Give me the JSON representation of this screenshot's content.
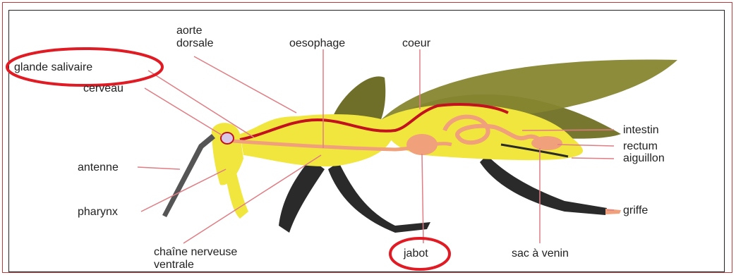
{
  "diagram": {
    "labels": {
      "aorte": "aorte",
      "dorsale": "dorsale",
      "oesophage": "oesophage",
      "coeur": "coeur",
      "glande_salivaire": "glande salivaire",
      "cerveau": "cerveau",
      "intestin": "intestin",
      "rectum": "rectum",
      "aiguillon": "aiguillon",
      "antenne": "antenne",
      "pharynx": "pharynx",
      "griffe": "griffe",
      "chaine": "chaîne nerveuse",
      "ventrale": "ventrale",
      "jabot": "jabot",
      "sac_venin": "sac à venin"
    },
    "colors": {
      "body_yellow": "#f1e63e",
      "wing_olive": "#77772f",
      "organ_red": "#c2121f",
      "organ_pink": "#f0a07a",
      "leader_line": "#e07d84",
      "leg_dark": "#2a2a2a",
      "highlight_red": "#e01b24"
    }
  }
}
